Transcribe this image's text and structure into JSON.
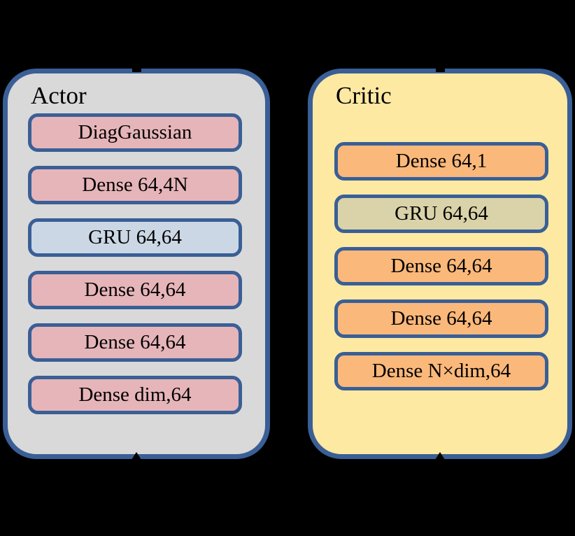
{
  "figure": {
    "background": "#000000",
    "border_color": "#3A5F96",
    "panels": [
      {
        "id": "actor",
        "title": "Actor",
        "fill": "#D9D9D9",
        "layers": [
          {
            "label": "DiagGaussian",
            "fill": "#E6B5B9"
          },
          {
            "label": "Dense 64,4N",
            "fill": "#E6B5B9"
          },
          {
            "label": "GRU 64,64",
            "fill": "#CCD7E5"
          },
          {
            "label": "Dense 64,64",
            "fill": "#E6B5B9"
          },
          {
            "label": "Dense 64,64",
            "fill": "#E6B5B9"
          },
          {
            "label": "Dense dim,64",
            "fill": "#E6B5B9"
          }
        ]
      },
      {
        "id": "critic",
        "title": "Critic",
        "fill": "#FDE9A2",
        "layers": [
          {
            "label": "Dense 64,1",
            "fill": "#FAB87A"
          },
          {
            "label": "GRU 64,64",
            "fill": "#DAD3A9"
          },
          {
            "label": "Dense 64,64",
            "fill": "#FAB87A"
          },
          {
            "label": "Dense 64,64",
            "fill": "#FAB87A"
          },
          {
            "label": "Dense N×dim,64",
            "fill": "#FAB87A"
          }
        ]
      }
    ]
  }
}
